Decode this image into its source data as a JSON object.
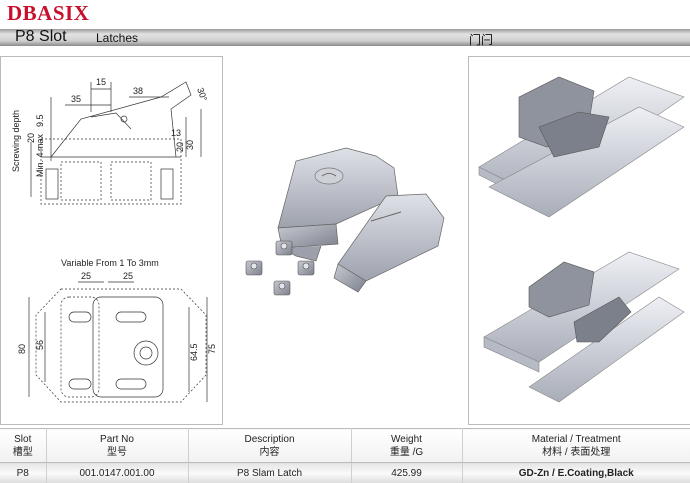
{
  "brand": "DBASIX",
  "titlebar": {
    "series": "P8 Slot",
    "category": "Latches",
    "category_cn": "门闩"
  },
  "drawing": {
    "dims_top": [
      "15",
      "38",
      "35",
      "9.5",
      "max",
      "20",
      "Min. 4",
      "13",
      "20",
      "30",
      "30°"
    ],
    "screwing_label": "Screwing depth",
    "variable_label": "Variable From 1 To 3mm",
    "dims_bottom": [
      "25",
      "25",
      "80",
      "56",
      "64.5",
      "75"
    ]
  },
  "table": {
    "headers": [
      {
        "en": "Slot",
        "cn": "槽型"
      },
      {
        "en": "Part No",
        "cn": "型号"
      },
      {
        "en": "Description",
        "cn": "内容"
      },
      {
        "en": "Weight",
        "cn": "重量 /G"
      },
      {
        "en": "Material / Treatment",
        "cn": "材料 / 表面处理"
      }
    ],
    "row": {
      "slot": "P8",
      "part_no": "001.0147.001.00",
      "description": "P8 Slam Latch",
      "weight": "425.99",
      "material": "GD-Zn / E.Coating,Black"
    }
  },
  "colors": {
    "brand": "#c8102e",
    "metal": "#b9bcc6",
    "line": "#333333"
  }
}
